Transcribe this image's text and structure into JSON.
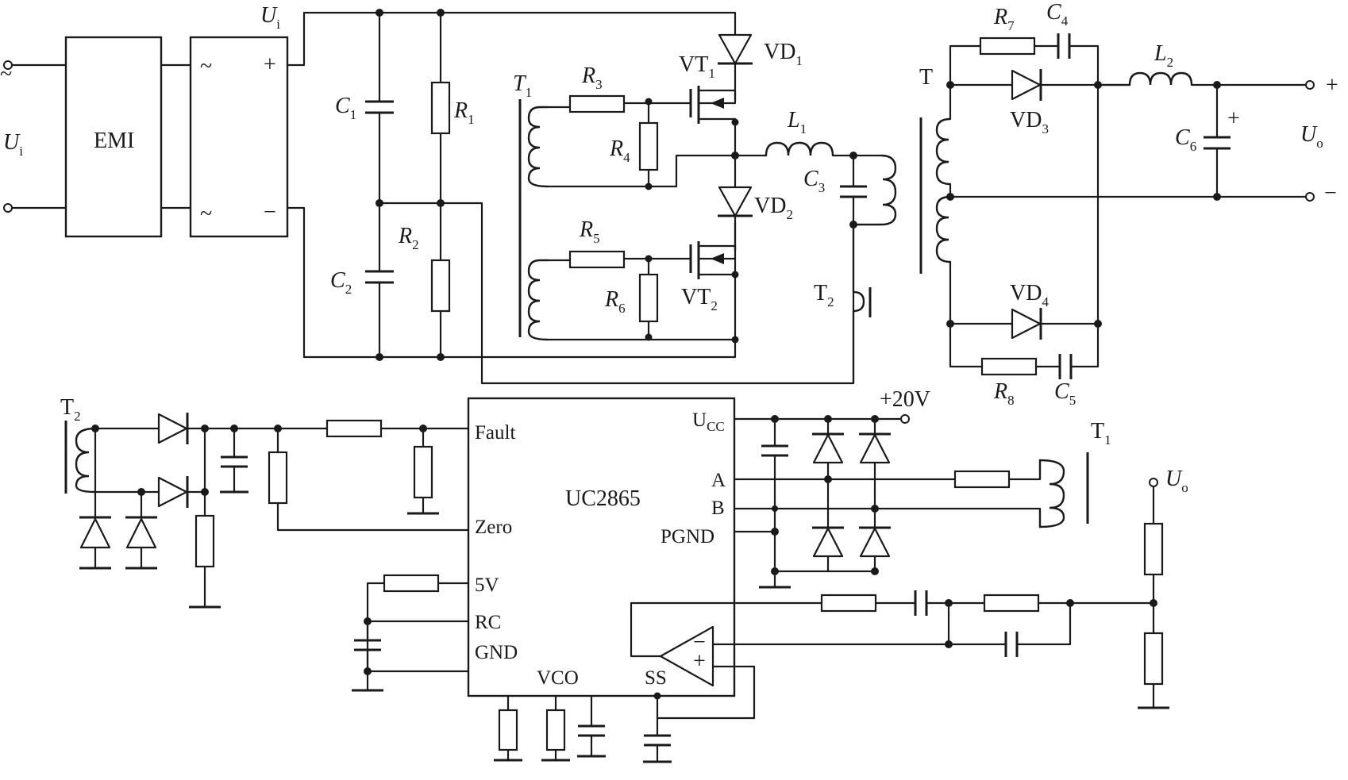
{
  "title": "",
  "blocks": {
    "emi": "EMI",
    "rectifier_ac1": "~",
    "rectifier_ac2": "~",
    "rectifier_plus": "+",
    "rectifier_minus": "−",
    "ac_symbol": "~"
  },
  "labels": {
    "ui_top": {
      "main": "U",
      "sub": "i"
    },
    "ui_left": {
      "main": "U",
      "sub": "i"
    },
    "c1": {
      "main": "C",
      "sub": "1"
    },
    "c2": {
      "main": "C",
      "sub": "2"
    },
    "r1": {
      "main": "R",
      "sub": "1"
    },
    "r2": {
      "main": "R",
      "sub": "2"
    },
    "t1_top": {
      "main": "T",
      "sub": "1"
    },
    "r3": {
      "main": "R",
      "sub": "3"
    },
    "r4": {
      "main": "R",
      "sub": "4"
    },
    "r5": {
      "main": "R",
      "sub": "5"
    },
    "r6": {
      "main": "R",
      "sub": "6"
    },
    "vt1": {
      "main": "VT",
      "sub": "1"
    },
    "vt2": {
      "main": "VT",
      "sub": "2"
    },
    "vd1": {
      "main": "VD",
      "sub": "1"
    },
    "vd2": {
      "main": "VD",
      "sub": "2"
    },
    "l1": {
      "main": "L",
      "sub": "1"
    },
    "c3": {
      "main": "C",
      "sub": "3"
    },
    "t2_top": {
      "main": "T",
      "sub": "2"
    },
    "t_main": {
      "main": "T",
      "sub": ""
    },
    "r7": {
      "main": "R",
      "sub": "7"
    },
    "c4": {
      "main": "C",
      "sub": "4"
    },
    "vd3": {
      "main": "VD",
      "sub": "3"
    },
    "vd4": {
      "main": "VD",
      "sub": "4"
    },
    "r8": {
      "main": "R",
      "sub": "8"
    },
    "c5": {
      "main": "C",
      "sub": "5"
    },
    "l2": {
      "main": "L",
      "sub": "2"
    },
    "c6": {
      "main": "C",
      "sub": "6"
    },
    "c6_plus": "+",
    "uo_out": {
      "main": "U",
      "sub": "o"
    },
    "out_plus": "+",
    "out_minus": "−",
    "t2_bottom": {
      "main": "T",
      "sub": "2"
    },
    "t1_bottom": {
      "main": "T",
      "sub": "1"
    },
    "uo_fb": {
      "main": "U",
      "sub": "o"
    },
    "supply": "+20V"
  },
  "ic": {
    "name": "UC2865",
    "pins": {
      "fault": "Fault",
      "zero": "Zero",
      "five_v": "5V",
      "rc": "RC",
      "gnd": "GND",
      "vco": "VCO",
      "ss": "SS",
      "ucc_main": "U",
      "ucc_sub": "CC",
      "a": "A",
      "b": "B",
      "pgnd": "PGND"
    }
  },
  "opamp": {
    "minus": "−",
    "plus": "+"
  }
}
